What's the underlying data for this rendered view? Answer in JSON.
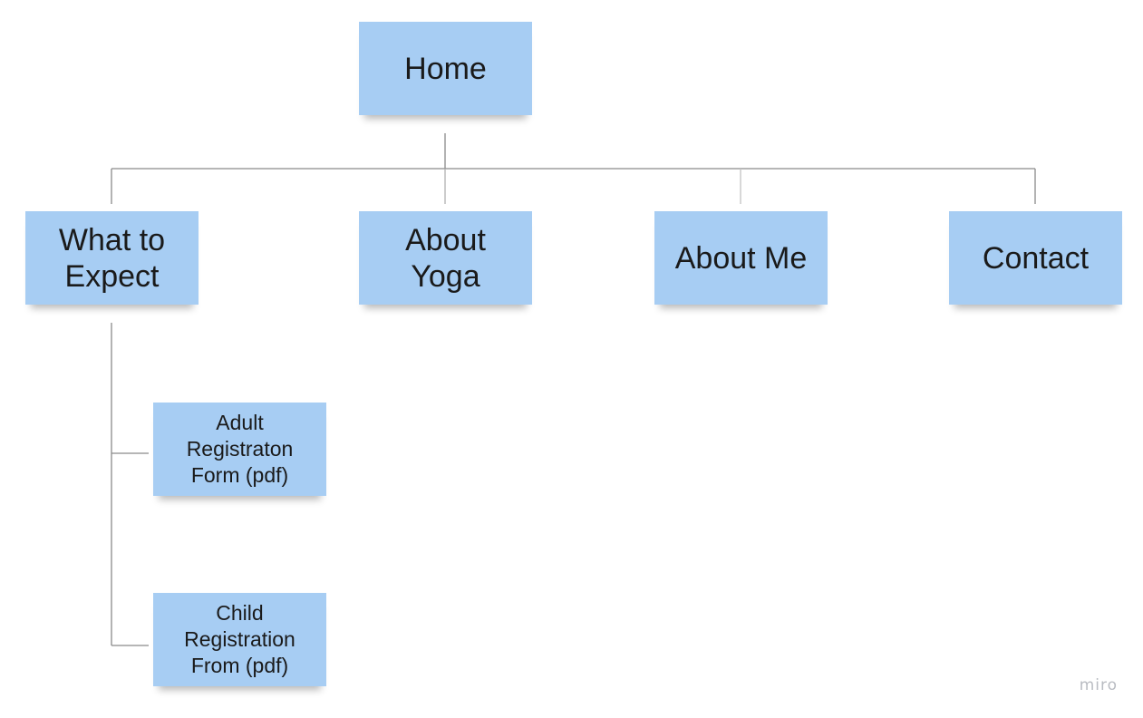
{
  "nodes": {
    "home": {
      "label": "Home"
    },
    "what_to_expect": {
      "label": "What to\nExpect"
    },
    "about_yoga": {
      "label": "About\nYoga"
    },
    "about_me": {
      "label": "About Me"
    },
    "contact": {
      "label": "Contact"
    },
    "adult_form": {
      "label": "Adult\nRegistraton\nForm (pdf)"
    },
    "child_form": {
      "label": "Child\nRegistration\nFrom (pdf)"
    }
  },
  "edges": [
    [
      "home",
      "what_to_expect"
    ],
    [
      "home",
      "about_yoga"
    ],
    [
      "home",
      "about_me"
    ],
    [
      "home",
      "contact"
    ],
    [
      "what_to_expect",
      "adult_form"
    ],
    [
      "what_to_expect",
      "child_form"
    ]
  ],
  "colors": {
    "sticky": "#a7cdf3",
    "connector": "#8a8a8a",
    "text": "#1a1a1a"
  },
  "watermark": "miro"
}
